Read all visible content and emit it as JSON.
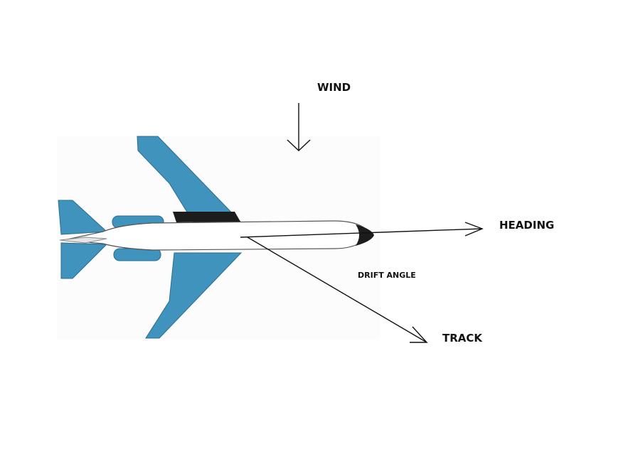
{
  "labels": {
    "wind": "WIND",
    "heading": "HEADING",
    "track": "TRACK",
    "drift_angle": "DRIFT ANGLE"
  },
  "colors": {
    "aircraft_blue": "#3f93bd",
    "aircraft_dark": "#1c1c1c",
    "fuselage": "#ffffff",
    "arrow": "#111111"
  }
}
